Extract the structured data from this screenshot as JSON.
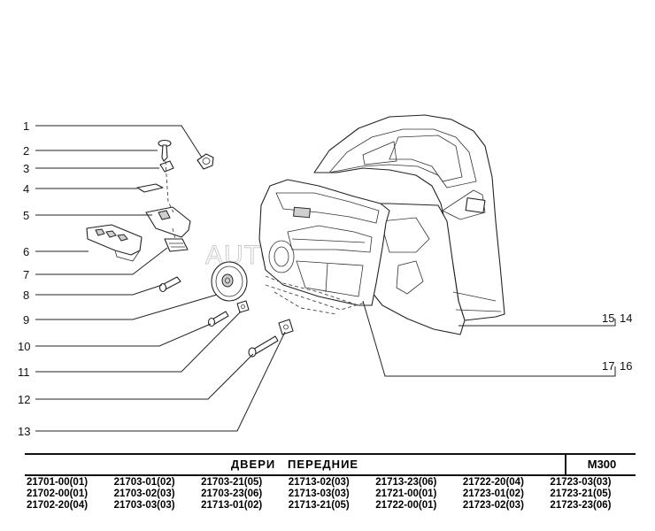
{
  "callouts": [
    "1",
    "2",
    "3",
    "4",
    "5",
    "6",
    "7",
    "8",
    "9",
    "10",
    "11",
    "12",
    "13",
    "15",
    "14",
    "17",
    "16"
  ],
  "watermark": "AUTOPITER.RU",
  "title_block": {
    "title": "ДВЕРИ   ПЕРЕДНИЕ",
    "code": "M300"
  },
  "models": [
    "21701-00(01)",
    "21703-01(02)",
    "21703-21(05)",
    "21713-02(03)",
    "21713-23(06)",
    "21722-20(04)",
    "21723-03(03)",
    "21702-00(01)",
    "21703-02(03)",
    "21703-23(06)",
    "21713-03(03)",
    "21721-00(01)",
    "21723-01(02)",
    "21723-21(05)",
    "21702-20(04)",
    "21703-03(03)",
    "21713-01(02)",
    "21713-21(05)",
    "21722-00(01)",
    "21723-02(03)",
    "21723-23(06)"
  ]
}
